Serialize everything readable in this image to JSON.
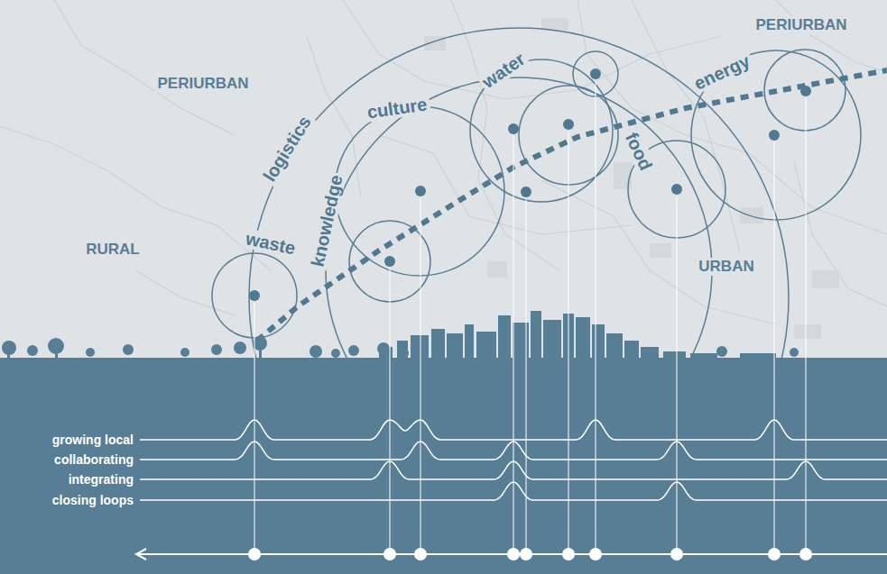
{
  "diagram": {
    "nodes": [
      {
        "text": [
          "waste"
        ]
      },
      {
        "text": [
          "knowledge"
        ]
      },
      {
        "text": [
          "logistics"
        ]
      },
      {
        "text": [
          "culture"
        ]
      },
      {
        "text": [
          "water"
        ]
      },
      {
        "text": [
          "food"
        ]
      },
      {
        "text": [
          "energy"
        ]
      }
    ],
    "labels": [
      "PERIURBAN",
      "PERIURBAN",
      "RURAL",
      "URBAN",
      "growing local",
      "collaborating",
      "integrating",
      "closing loops"
    ]
  }
}
